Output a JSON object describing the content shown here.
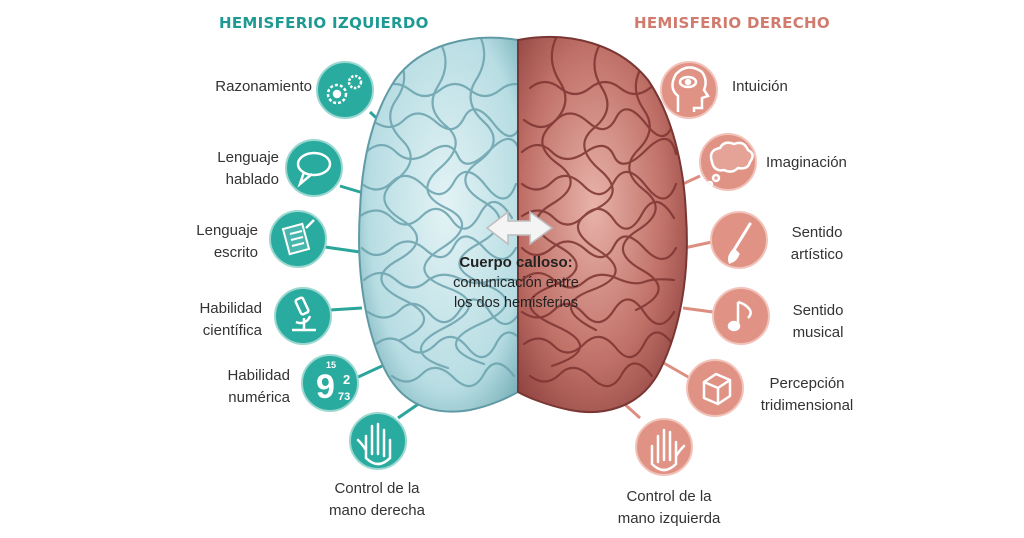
{
  "headings": {
    "left": "HEMISFERIO IZQUIERDO",
    "right": "HEMISFERIO DERECHO"
  },
  "center": {
    "title": "Cuerpo calloso:",
    "line1": "comunicación entre",
    "line2": "los dos hemisferios"
  },
  "left_items": [
    {
      "line1": "Razonamiento",
      "line2": "",
      "icon": "gears-icon"
    },
    {
      "line1": "Lenguaje",
      "line2": "hablado",
      "icon": "speech-bubble-icon"
    },
    {
      "line1": "Lenguaje",
      "line2": "escrito",
      "icon": "writing-paper-icon"
    },
    {
      "line1": "Habilidad",
      "line2": "científica",
      "icon": "microscope-icon"
    },
    {
      "line1": "Habilidad",
      "line2": "numérica",
      "icon": "numbers-icon"
    },
    {
      "line1": "Control de la",
      "line2": "mano derecha",
      "icon": "right-hand-icon"
    }
  ],
  "right_items": [
    {
      "line1": "Intuición",
      "line2": "",
      "icon": "head-eye-icon"
    },
    {
      "line1": "Imaginación",
      "line2": "",
      "icon": "thought-cloud-icon"
    },
    {
      "line1": "Sentido",
      "line2": "artístico",
      "icon": "paintbrush-icon"
    },
    {
      "line1": "Sentido",
      "line2": "musical",
      "icon": "music-note-icon"
    },
    {
      "line1": "Percepción",
      "line2": "tridimensional",
      "icon": "cube-icon"
    },
    {
      "line1": "Control de la",
      "line2": "mano izquierda",
      "icon": "left-hand-icon"
    }
  ],
  "number_icon_digits": {
    "big": "9",
    "small1": "2",
    "small2": "73",
    "small3": "15"
  },
  "colors": {
    "left_accent": "#1e9a92",
    "left_circle": "#2aab9f",
    "right_accent": "#d07b6d",
    "right_circle": "#e09384",
    "left_brain": "#bfe0e6",
    "right_brain": "#b55b55"
  }
}
